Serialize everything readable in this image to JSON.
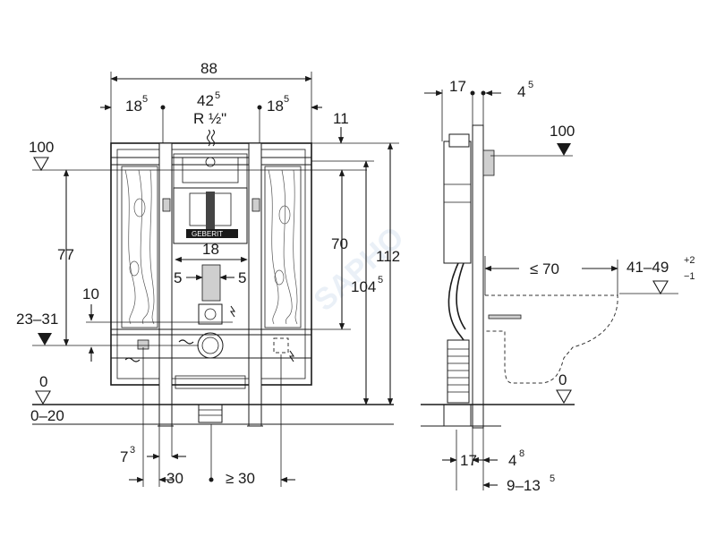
{
  "front": {
    "width_total": "88",
    "side_left": "18",
    "side_left_sup": "5",
    "center": "42",
    "center_sup": "5",
    "thread": "R ½\"",
    "side_right": "18",
    "side_right_sup": "5",
    "top_offset": "11",
    "level_top": "100",
    "height_77": "77",
    "height_70": "70",
    "height_104": "104",
    "height_104_sup": "5",
    "height_112": "112",
    "inner_18": "18",
    "inner_5_left": "5",
    "inner_5_right": "5",
    "gap_10": "10",
    "range_23_31": "23–31",
    "level_zero": "0",
    "floor_range": "0–20",
    "bottom_7": "7",
    "bottom_7_sup": "3",
    "bottom_30": "30",
    "bottom_min30": "≥ 30",
    "brand": "GEBERIT"
  },
  "side": {
    "depth_17": "17",
    "depth_4": "4",
    "depth_4_sup": "5",
    "level_top": "100",
    "reach": "≤ 70",
    "seat_height": "41–49",
    "seat_tol_plus": "+2",
    "seat_tol_minus": "−1",
    "level_zero": "0",
    "bottom_17": "17",
    "bottom_4": "4",
    "bottom_4_sup": "8",
    "bottom_range": "9–13",
    "bottom_range_sup": "5"
  },
  "watermark": "SAPHO"
}
